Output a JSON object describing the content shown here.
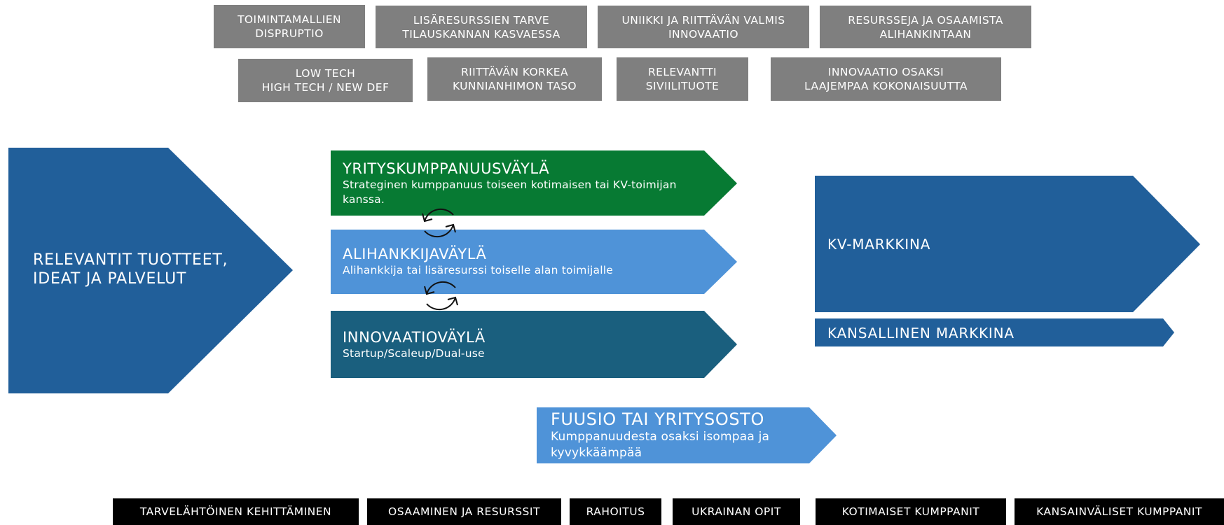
{
  "factors_top": [
    {
      "lines": [
        "TOIMINTAMALLIEN",
        "DISPRUPTIO"
      ]
    },
    {
      "lines": [
        "LISÄRESURSSIEN TARVE",
        "TILAUSKANNAN KASVAESSA"
      ]
    },
    {
      "lines": [
        "UNIIKKI JA RIITTÄVÄN VALMIS",
        "INNOVAATIO"
      ]
    },
    {
      "lines": [
        "RESURSSEJA JA OSAAMISTA",
        "ALIHANKINTAAN"
      ]
    }
  ],
  "factors_second": [
    {
      "lines": [
        "LOW TECH",
        "HIGH TECH / NEW DEF"
      ]
    },
    {
      "lines": [
        "RIITTÄVÄN KORKEA",
        "KUNNIANHIMON TASO"
      ]
    },
    {
      "lines": [
        "RELEVANTTI",
        "SIVIILITUOTE"
      ]
    },
    {
      "lines": [
        "INNOVAATIO OSAKSI",
        "LAAJEMPAA KOKONAISUUTTA"
      ]
    }
  ],
  "source": {
    "lines": [
      "RELEVANTIT TUOTTEET,",
      "IDEAT JA PALVELUT"
    ]
  },
  "paths": {
    "partnership": {
      "title": "YRITYSKUMPPANUUSVÄYLÄ",
      "subtitle": "Strateginen kumppanuus toiseen kotimaisen tai KV-toimijan kanssa."
    },
    "subcontractor": {
      "title": "ALIHANKKIJAVÄYLÄ",
      "subtitle": "Alihankkija tai lisäresurssi toiselle alan toimijalle"
    },
    "innovation": {
      "title": "INNOVAATIOVÄYLÄ",
      "subtitle": "Startup/Scaleup/Dual-use"
    },
    "merger": {
      "title": "FUUSIO TAI YRITYSOSTO",
      "subtitle": "Kumppanuudesta osaksi isompaa ja kyvykkäämpää"
    }
  },
  "markets": {
    "international": "KV-MARKKINA",
    "national": "KANSALLINEN MARKKINA"
  },
  "enablers": [
    "TARVELÄHTÖINEN KEHITTÄMINEN",
    "OSAAMINEN JA RESURSSIT",
    "RAHOITUS",
    "UKRAINAN OPIT",
    "KOTIMAISET KUMPPANIT",
    "KANSAINVÄLISET KUMPPANIT"
  ],
  "colors": {
    "factor_gray": "#7f7f7f",
    "dark_blue": "#215f9a",
    "green": "#077a33",
    "light_blue": "#4f93d8",
    "teal": "#1a5f7e",
    "black": "#000000"
  }
}
